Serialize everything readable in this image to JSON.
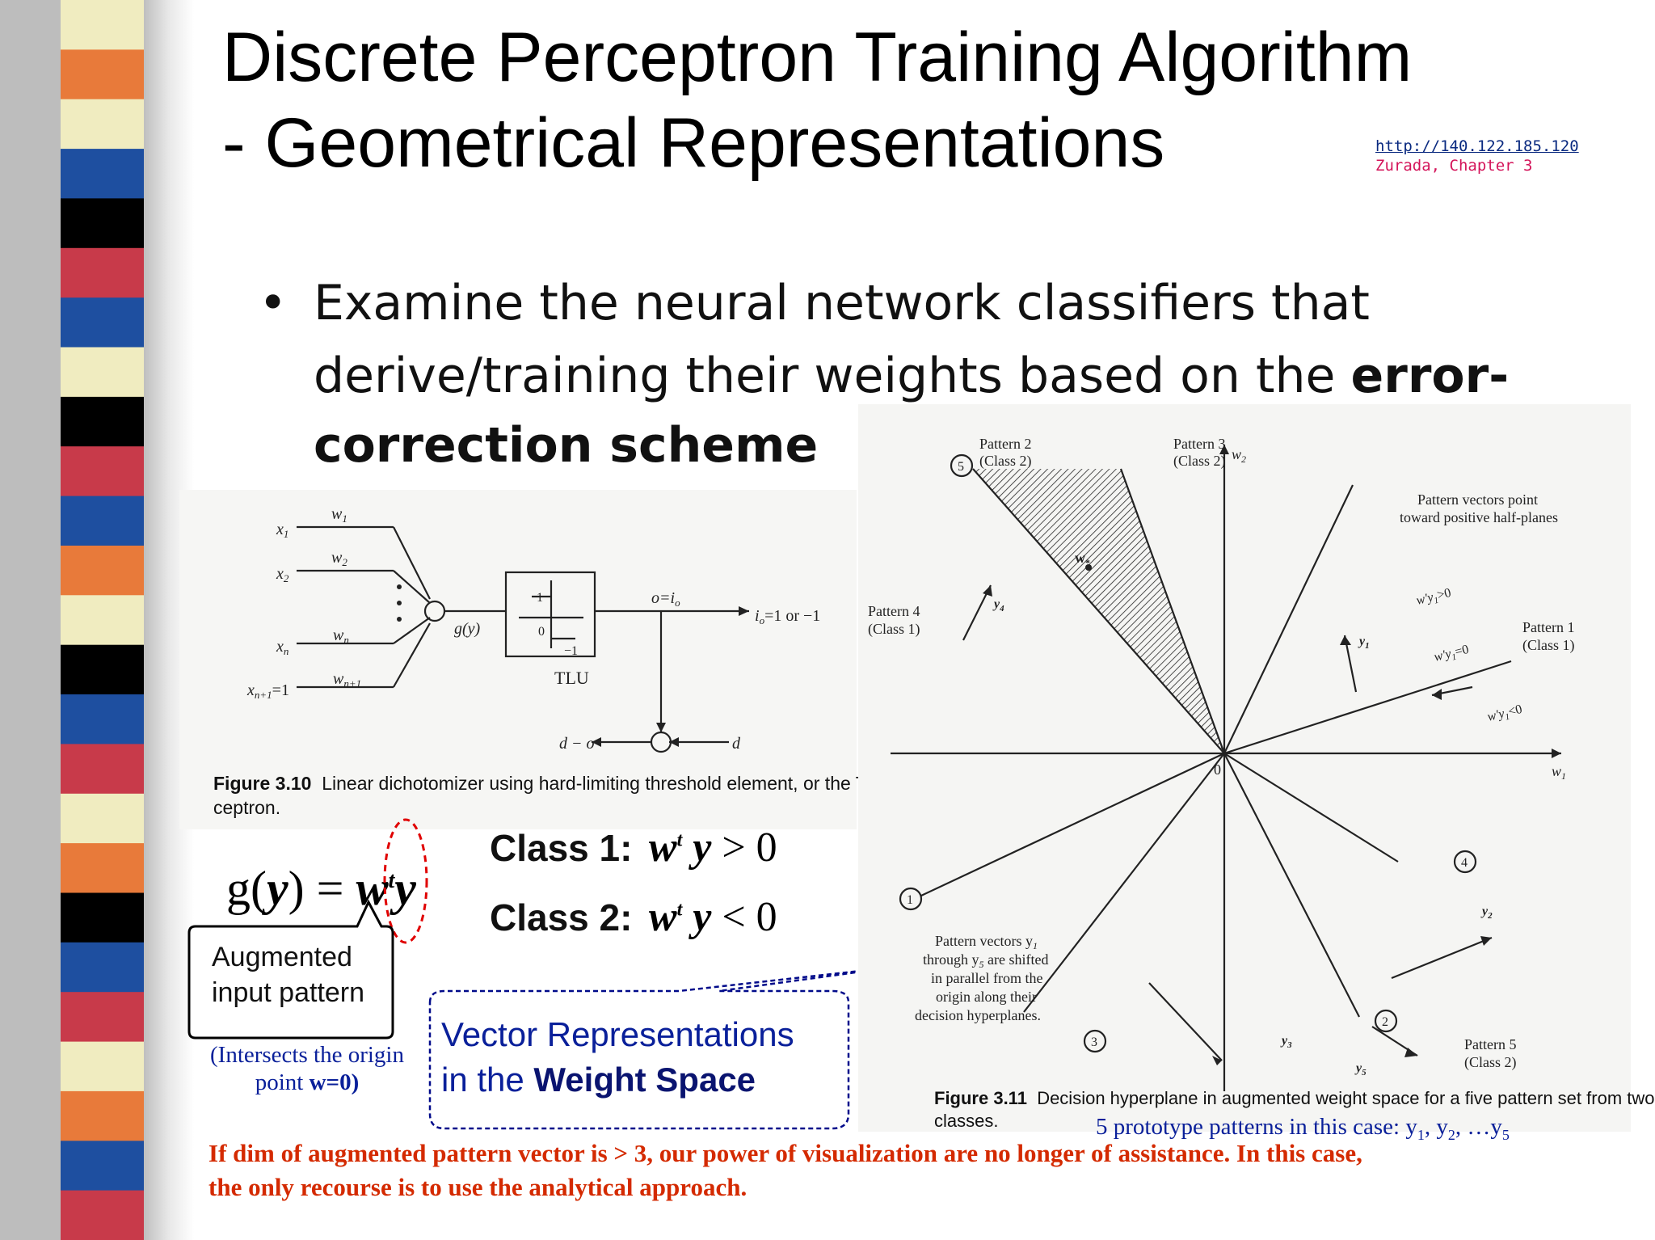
{
  "slide": {
    "title_line1": "Discrete Perceptron Training Algorithm",
    "title_line2": "- Geometrical Representations",
    "source_url": "http://140.122.185.120",
    "source_ref": "Zurada, Chapter 3",
    "bullet_line1": "Examine the neural network classifiers that",
    "bullet_line2": "derive/training their weights based on the ",
    "bullet_line2_bold": "error-",
    "bullet_line3_bold": "correction scheme",
    "class1_label": "Class 1:",
    "class2_label": "Class 2:",
    "augmented_callout_l1": "Augmented",
    "augmented_callout_l2": "input pattern",
    "intersects_l1": "(Intersects the origin",
    "intersects_l2a": "point ",
    "intersects_l2b": "w=0",
    "intersects_l2c": ")",
    "vector_rep_l1": "Vector Representations",
    "vector_rep_l2a": "in the ",
    "vector_rep_l2b": "Weight Space",
    "prototype_note": "5 prototype patterns in this case: y",
    "bottom_note_l1": "If dim of augmented pattern vector is > 3, our power of visualization are no longer of assistance. In this case,",
    "bottom_note_l2": "the only recourse is to use the analytical approach."
  },
  "fig310": {
    "caption_label": "Figure 3.10",
    "caption_text": "Linear dichotomizer using hard-limiting threshold element, or the TLU-based per-",
    "caption_text2": "ceptron.",
    "x1": "x",
    "w1": "w",
    "tlu": "TLU",
    "gy": "g(y)",
    "o_eq": "o=i",
    "i_eq": "i",
    "i_val": "=1 or −1",
    "d_minus_o": "d − o",
    "d": "d",
    "one": "1",
    "zero": "0",
    "neg1": "−1"
  },
  "fig311": {
    "caption_label": "Figure 3.11",
    "caption_text": "Decision hyperplane in augmented weight space for a five pattern set from two",
    "caption_text2": "classes.",
    "pattern1": "Pattern 1",
    "pattern1_class": "(Class 1)",
    "pattern2": "Pattern 2",
    "pattern2_class": "(Class 2)",
    "pattern3": "Pattern 3",
    "pattern3_class": "(Class 2)",
    "pattern4": "Pattern 4",
    "pattern4_class": "(Class 1)",
    "pattern5": "Pattern 5",
    "pattern5_class": "(Class 2)",
    "note_top_l1": "Pattern vectors point",
    "note_top_l2": "toward positive half-planes",
    "note_mid_l1": "Pattern vectors y",
    "note_mid_l2": "through y",
    "note_mid_l2b": " are shifted",
    "note_mid_l3": "in parallel from the",
    "note_mid_l4": "origin along their",
    "note_mid_l5": "decision hyperplanes.",
    "axis_w1": "w",
    "axis_w2": "w",
    "origin": "0",
    "wstar": "w",
    "ineq_pos": "w'y",
    "ineq_pos_tail": ">0",
    "ineq_zero": "w'y",
    "ineq_zero_tail": "=0",
    "ineq_neg": "w'y",
    "ineq_neg_tail": "<0",
    "y": "y",
    "circle_labels": [
      "1",
      "2",
      "3",
      "4",
      "5"
    ]
  },
  "colors": {
    "stripe": [
      "#1e4fa0",
      "#f0ecc0",
      "#c83a4a",
      "#000000",
      "#2a6a5a",
      "#e87a3a"
    ],
    "bottom_note": "#d42a00",
    "blue_note": "#0a209a",
    "source_url": "#0a2a80",
    "source_ref": "#d4145a"
  }
}
